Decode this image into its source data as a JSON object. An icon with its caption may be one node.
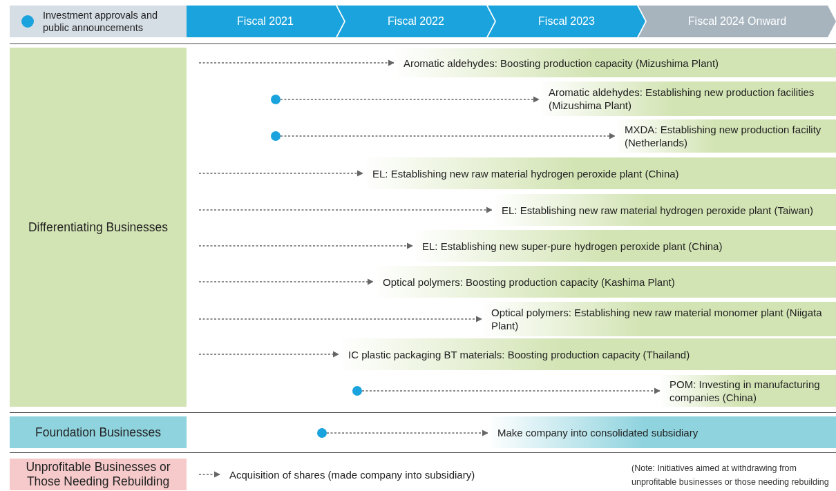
{
  "diagram": {
    "nodes": [
      {
        "text": [
          "Fiscal 2021"
        ]
      },
      {
        "text": [
          "Fiscal 2022"
        ]
      },
      {
        "text": [
          "Fiscal 2023"
        ]
      },
      {
        "text": [
          "Fiscal 2024 Onward"
        ]
      },
      {
        "text": [
          "Differentiating Businesses"
        ]
      },
      {
        "text": [
          "Foundation Businesses"
        ]
      },
      {
        "text": [
          "Unprofitable Businesses or Those Needing Rebuilding"
        ]
      },
      {
        "text": [
          "Aromatic aldehydes: Boosting production capacity (Mizushima Plant)"
        ]
      },
      {
        "text": [],
        "shape": "circle"
      },
      {
        "text": [
          "Aromatic aldehydes: Establishing new production facilities (Mizushima Plant)"
        ]
      },
      {
        "text": [],
        "shape": "circle"
      },
      {
        "text": [
          "MXDA: Establishing new production facility (Netherlands)"
        ]
      },
      {
        "text": [
          "EL: Establishing new raw material hydrogen peroxide plant (China)"
        ]
      },
      {
        "text": [
          "EL: Establishing new raw material hydrogen peroxide plant (Taiwan)"
        ]
      },
      {
        "text": [
          "EL: Establishing new super-pure hydrogen peroxide plant (China)"
        ]
      },
      {
        "text": [
          "Optical polymers: Boosting production capacity (Kashima Plant)"
        ]
      },
      {
        "text": [
          "Optical polymers: Establishing new raw material monomer plant (Niigata Plant)"
        ]
      },
      {
        "text": [
          "IC plastic packaging BT materials: Boosting production capacity (Thailand)"
        ]
      },
      {
        "text": [],
        "shape": "circle"
      },
      {
        "text": [
          "POM: Investing in manufacturing companies (China)"
        ]
      },
      {
        "text": [],
        "shape": "circle"
      },
      {
        "text": [
          "Make company into consolidated subsidiary"
        ]
      },
      {
        "text": [
          "Acquisition of shares (made company into subsidiary)"
        ]
      }
    ],
    "edges": [
      {
        "from": null,
        "to": 7,
        "arrow": "to",
        "style": "dashed"
      },
      {
        "from": 8,
        "to": 9,
        "arrow": "to",
        "style": "dashed"
      },
      {
        "from": 10,
        "to": 11,
        "arrow": "to",
        "style": "dashed"
      },
      {
        "from": null,
        "to": 12,
        "arrow": "to",
        "style": "dashed"
      },
      {
        "from": null,
        "to": 13,
        "arrow": "to",
        "style": "dashed"
      },
      {
        "from": null,
        "to": 14,
        "arrow": "to",
        "style": "dashed"
      },
      {
        "from": null,
        "to": 15,
        "arrow": "to",
        "style": "dashed"
      },
      {
        "from": null,
        "to": 16,
        "arrow": "to",
        "style": "dashed"
      },
      {
        "from": null,
        "to": 17,
        "arrow": "to",
        "style": "dashed"
      },
      {
        "from": 18,
        "to": 19,
        "arrow": "to",
        "style": "dashed"
      },
      {
        "from": 20,
        "to": 21,
        "arrow": "to",
        "style": "dashed"
      },
      {
        "from": null,
        "to": 22,
        "arrow": "to",
        "style": "dashed"
      }
    ],
    "labels": [
      "(Note: Initiatives aimed at withdrawing from unprofitable businesses or those needing rebuilding"
    ],
    "legend": [
      {
        "text": "Investment approvals and public announcements",
        "color": "#1aa3dc"
      }
    ]
  }
}
